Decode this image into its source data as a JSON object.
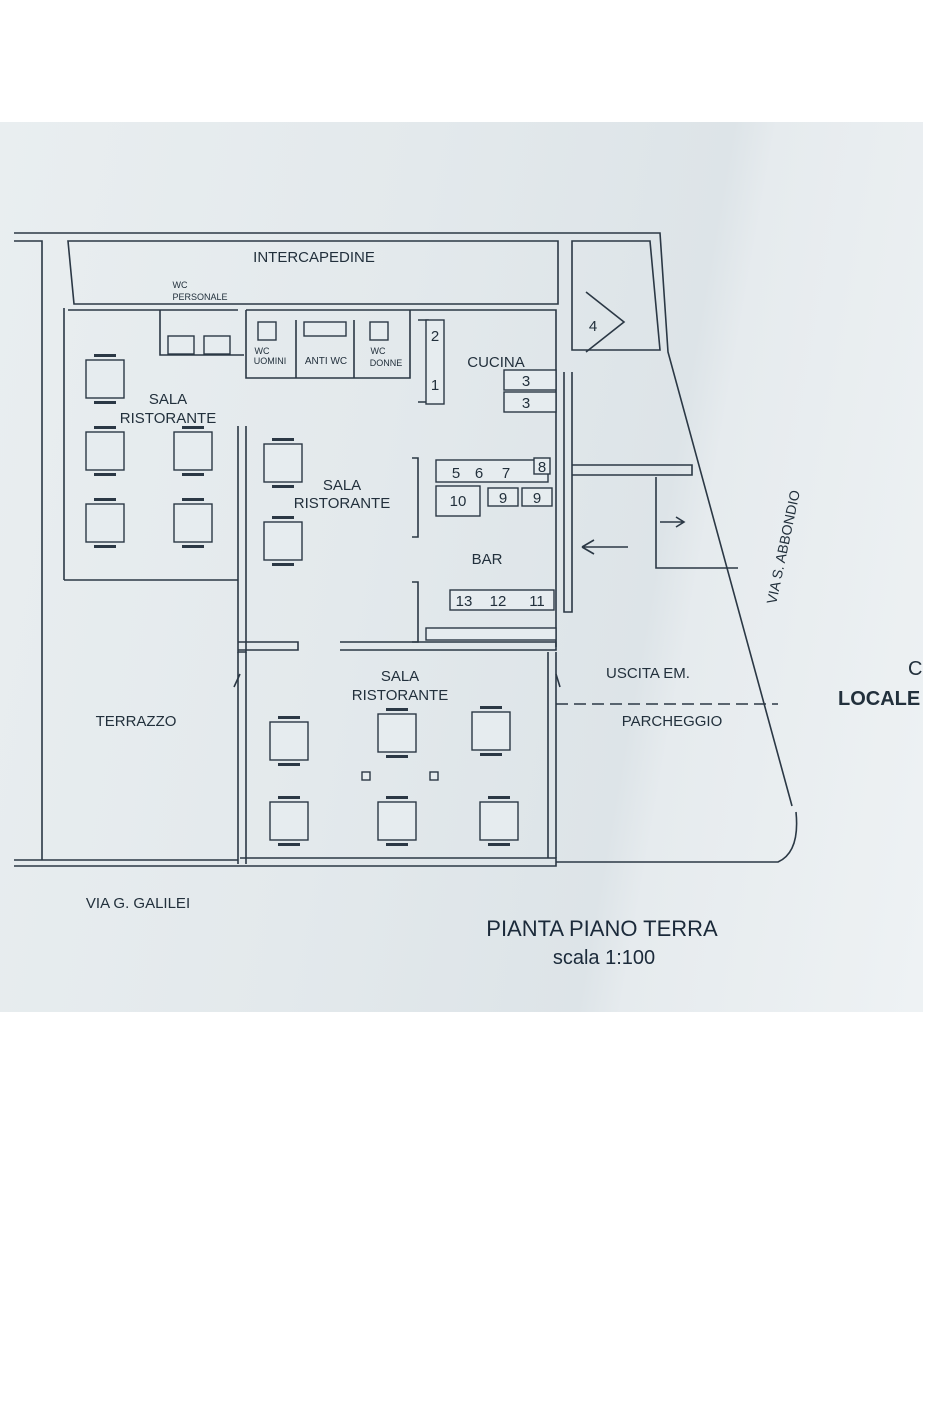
{
  "rooms": {
    "intercapedine": "INTERCAPEDINE",
    "wc_personale_1": "WC",
    "wc_personale_2": "PERSONALE",
    "wc_uomini_1": "WC",
    "wc_uomini_2": "UOMINI",
    "anti_wc": "ANTI WC",
    "wc_donne_1": "WC",
    "wc_donne_2": "DONNE",
    "cucina": "CUCINA",
    "sala_1": "SALA",
    "ristorante_1": "RISTORANTE",
    "sala_2": "SALA",
    "ristorante_2": "RISTORANTE",
    "sala_3": "SALA",
    "ristorante_3": "RISTORANTE",
    "bar": "BAR",
    "terrazzo": "TERRAZZO",
    "uscita": "USCITA EM.",
    "parcheggio": "PARCHEGGIO"
  },
  "fixtures": {
    "n1": "1",
    "n2": "2",
    "n3a": "3",
    "n3b": "3",
    "n4": "4",
    "n5": "5",
    "n6": "6",
    "n7": "7",
    "n8": "8",
    "n9a": "9",
    "n9b": "9",
    "n10": "10",
    "n11": "11",
    "n12": "12",
    "n13": "13"
  },
  "streets": {
    "galilei": "VIA G. GALILEI",
    "abbondio": "VIA S. ABBONDIO",
    "edge_1": "C",
    "edge_2": "LOCALE"
  },
  "title": {
    "main": "PIANTA PIANO TERRA",
    "scale": "scala 1:100"
  }
}
